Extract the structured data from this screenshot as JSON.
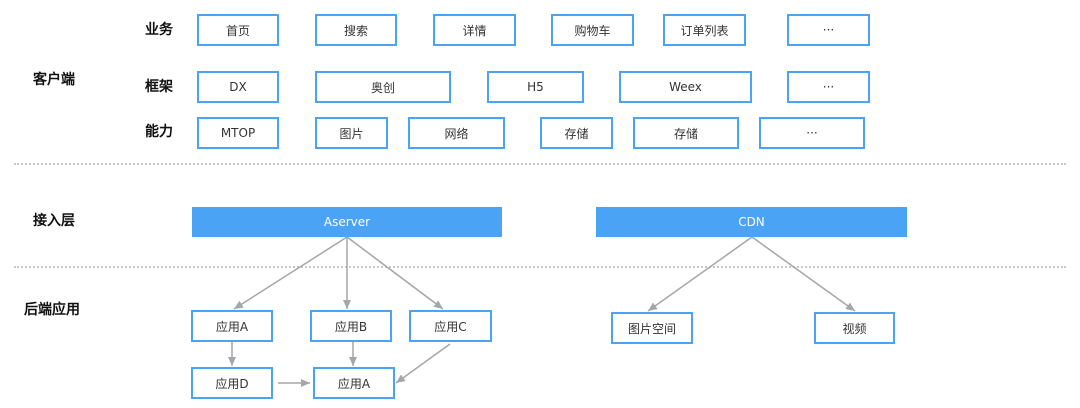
{
  "sections": {
    "client": "客户端",
    "access": "接入层",
    "backend": "后端应用"
  },
  "rows": {
    "business": {
      "label": "业务",
      "items": [
        "首页",
        "搜索",
        "详情",
        "购物车",
        "订单列表",
        "···"
      ]
    },
    "framework": {
      "label": "框架",
      "items": [
        "DX",
        "奥创",
        "H5",
        "Weex",
        "···"
      ]
    },
    "capability": {
      "label": "能力",
      "items": [
        "MTOP",
        "图片",
        "网络",
        "存储",
        "存储",
        "···"
      ]
    }
  },
  "access": {
    "aserver": "Aserver",
    "cdn": "CDN"
  },
  "backend": {
    "app_a": "应用A",
    "app_b": "应用B",
    "app_c": "应用C",
    "app_d": "应用D",
    "app_a2": "应用A",
    "image_space": "图片空间",
    "video": "视频"
  },
  "colors": {
    "accent": "#4ba3f5",
    "arrow": "#a6a6a6",
    "divider": "#c8c8c8"
  }
}
